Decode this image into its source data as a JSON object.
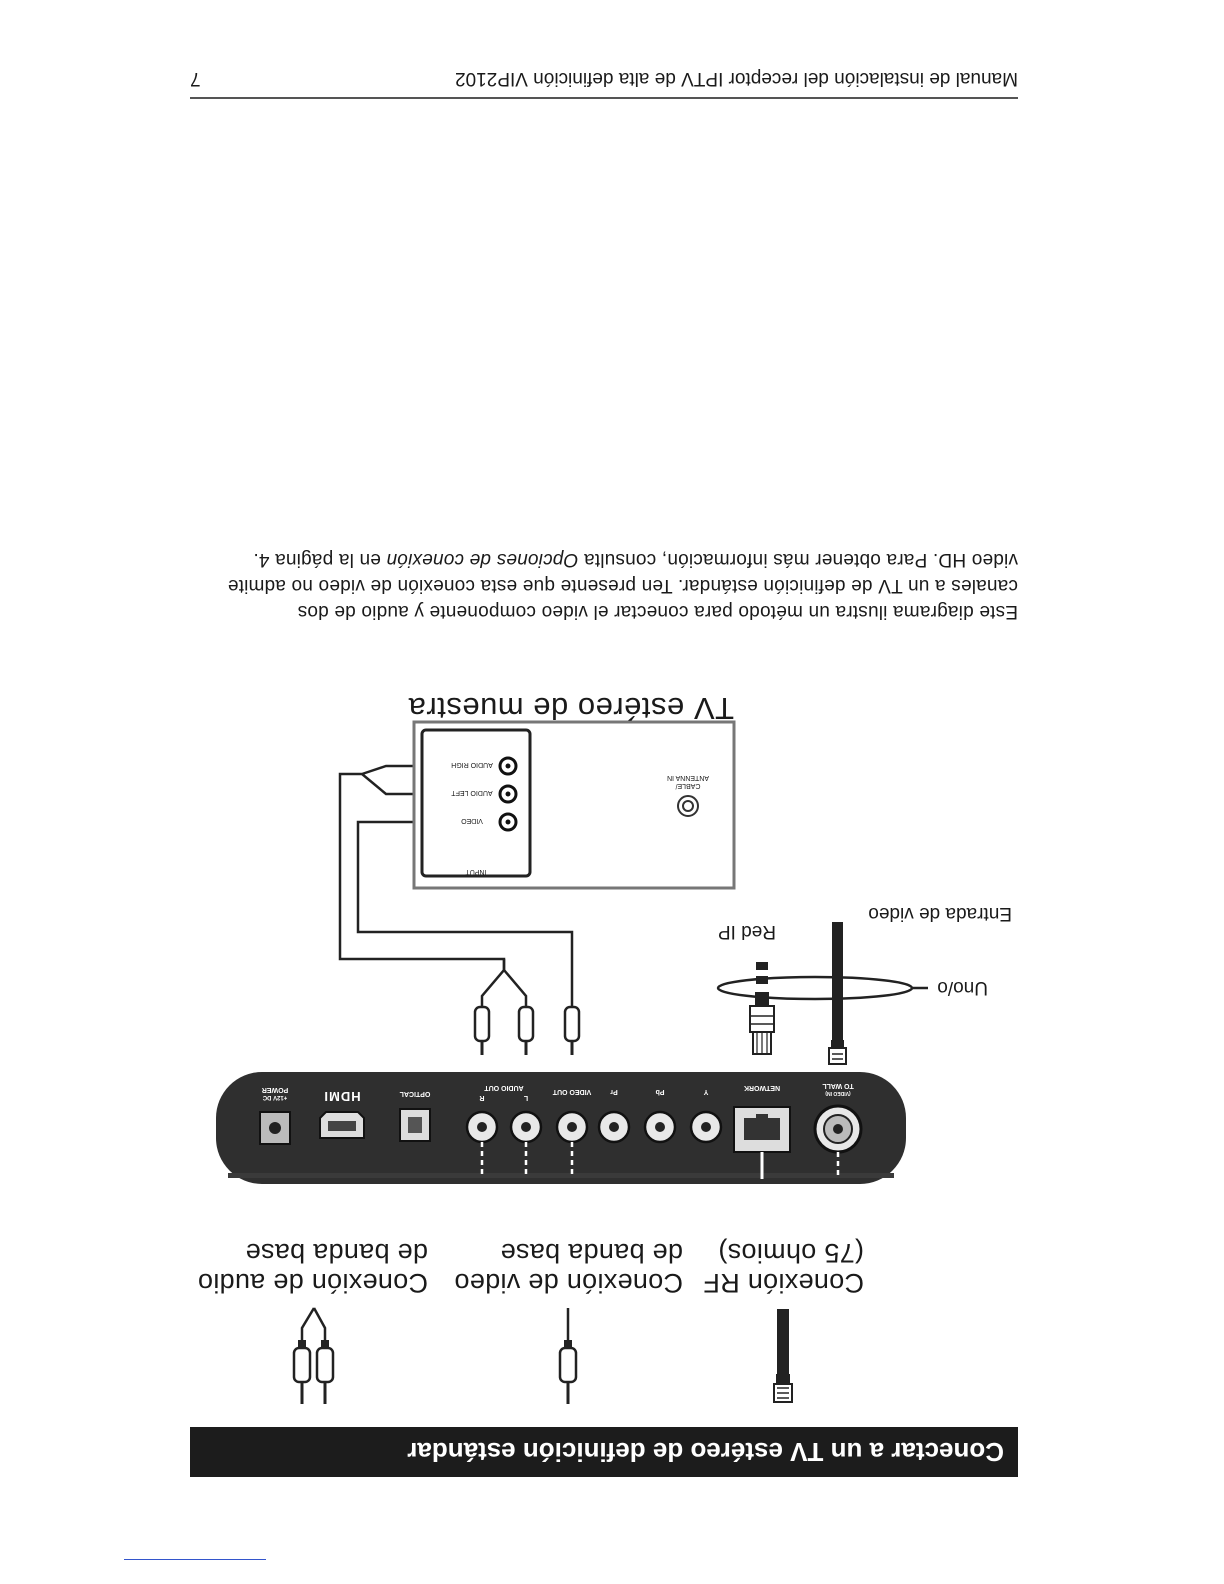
{
  "section": {
    "title": "Conectar a un TV estéreo de definición estándar"
  },
  "legend": {
    "rf": {
      "line1": "Conexión RF",
      "line2": "(75 ohmios)"
    },
    "video": {
      "line1": "Conexión de video",
      "line2": "de banda base"
    },
    "audio": {
      "line1": "Conexión de audio",
      "line2": "de banda base"
    }
  },
  "receiver_panel": {
    "to_wall": "TO WALL",
    "to_wall_sub": "(VIDEO IN)",
    "network": "NETWORK",
    "y": "Y",
    "pb": "Pb",
    "pr": "Pr",
    "video_out": "VIDEO OUT",
    "audio_out": "AUDIO OUT",
    "audio_l": "L",
    "audio_r": "R",
    "optical": "OPTICAL",
    "hdmi": "HDMI",
    "power": "POWER",
    "power_sub": "+12V DC"
  },
  "callouts": {
    "video_input": "Entrada de video",
    "one_or": "Uno/o",
    "ip_network": "Red IP"
  },
  "tv_panel": {
    "antenna_line1": "CABLE/",
    "antenna_line2": "ANTENNA IN",
    "input": "INPUT",
    "video": "VIDEO",
    "audio_left": "AUDIO LEFT",
    "audio_right": "AUDIO RIGH"
  },
  "tv_title": "TV estéreo de muestra",
  "body": {
    "line1": "Este diagrama ilustra un método para conectar el video componente y audio de dos",
    "line2": "canales a un TV de definición estándar. Ten presente que esta conexión de video no admite",
    "line3_start": "video HD. Para obtener más información, consulta ",
    "line3_italic": "Opciones de conexión",
    "line3_end": " en la página 4."
  },
  "header": {
    "running_title": "Manual de instalación del receptor IPTV de alta definición VIP2102",
    "page_number": "7"
  },
  "colors": {
    "title_bar": "#1c1c1c",
    "receiver_body": "#2f2f2f",
    "tv_border": "#777777",
    "footnote_rule": "#3355cc"
  }
}
